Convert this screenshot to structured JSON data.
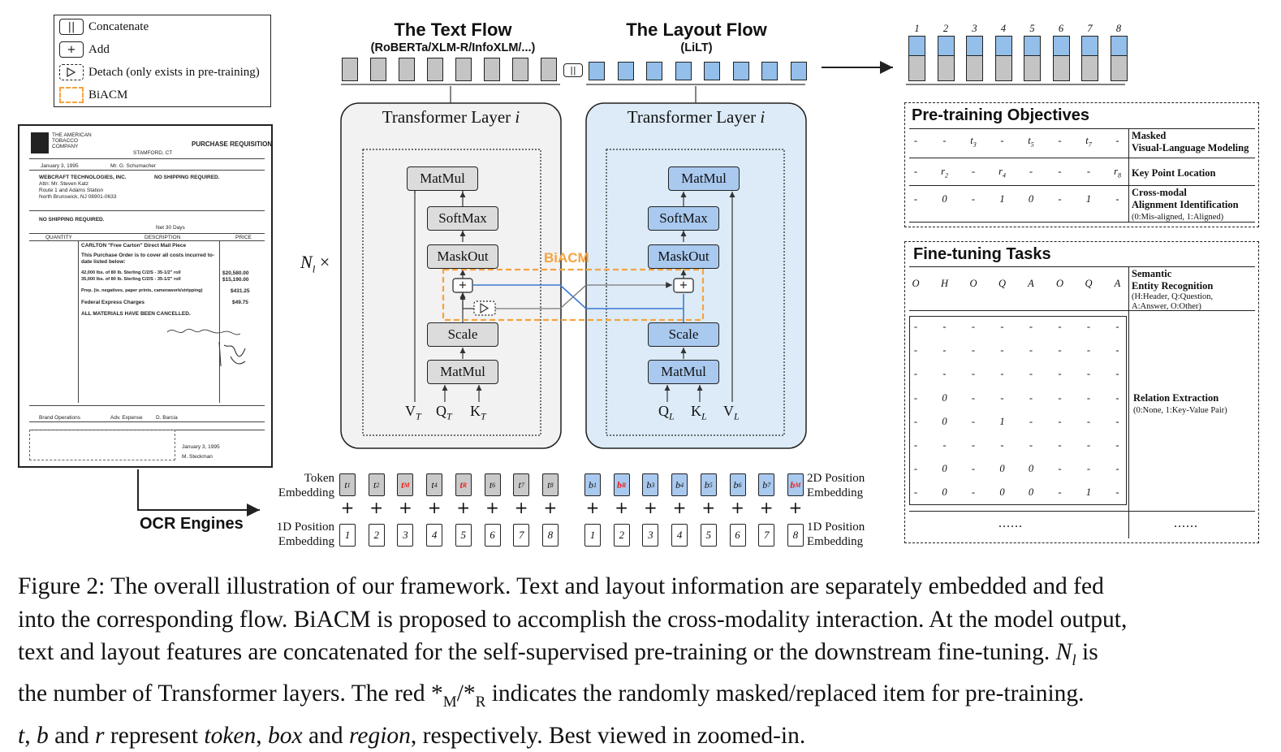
{
  "legend": {
    "concatenate": "Concatenate",
    "add": "Add",
    "detach": "Detach (only exists in pre-training)",
    "biacm": "BiACM",
    "concat_symbol": "||",
    "add_symbol": "+"
  },
  "ocr_label": "OCR Engines",
  "doc": {
    "company": "THE AMERICAN TOBACCO COMPANY",
    "title": "PURCHASE REQUISITION",
    "city": "STAMFORD, CT",
    "date": "January 3, 1995",
    "requester": "Mr. G. Schumacher",
    "vendor": "WEBCRAFT TECHNOLOGIES, INC.",
    "attn": "Attn: Mr. Steven Katz",
    "route": "Route 1 and Adams Station",
    "city2": "North Brunswick, NJ 08901-0633",
    "ship": "NO SHIPPING REQUIRED.",
    "ship2": "NO SHIPPING REQUIRED.",
    "terms": "Net 30 Days",
    "col1": "QUANTITY",
    "col2": "DESCRIPTION",
    "col3": "PRICE",
    "item1": "CARLTON \"Free Carton\" Direct Mail Piece",
    "item2": "This Purchase Order is to cover all costs incurred to-date listed below:",
    "item3": "42,000 lbs. of 80 lb. Sterling C/2/S - 35-1/2\" roll",
    "item4": "35,000 lbs. of 80 lb. Sterling C/2/S - 35-1/2\" roll",
    "price3": "$20,580.00",
    "price4": "$15,190.00",
    "item5": "Prep. (ie. negatives, paper prints, camerawork/stripping)",
    "price5": "$431.25",
    "item6": "Federal Express Charges",
    "price6": "$49.75",
    "item7": "ALL MATERIALS HAVE BEEN CANCELLED.",
    "dept": "Brand Operations",
    "expense": "Adv. Expense",
    "approver": "D. Barcia",
    "date2": "January 3, 1995",
    "sig": "M. Steckman"
  },
  "text_flow": {
    "title": "The Text Flow",
    "subtitle": "(RoBERTa/XLM-R/InfoXLM/...)"
  },
  "layout_flow": {
    "title": "The Layout Flow",
    "subtitle": "(LiLT)"
  },
  "concat_symbol": "||",
  "transformer_label": "Transformer Layer",
  "transformer_index": "i",
  "nl_label": "N",
  "nl_sub": "l",
  "nl_times": "×",
  "biacm_label": "BiACM",
  "ops": {
    "matmul": "MatMul",
    "softmax": "SoftMax",
    "maskout": "MaskOut",
    "scale": "Scale",
    "matmul2": "MatMul"
  },
  "text_inputs": [
    {
      "base": "V",
      "sub": "T"
    },
    {
      "base": "Q",
      "sub": "T"
    },
    {
      "base": "K",
      "sub": "T"
    }
  ],
  "layout_inputs": [
    {
      "base": "Q",
      "sub": "L"
    },
    {
      "base": "K",
      "sub": "L"
    },
    {
      "base": "V",
      "sub": "L"
    }
  ],
  "embeddings": {
    "token_label_1": "Token",
    "token_label_2": "Embedding",
    "pos2d_label_1": "2D Position",
    "pos2d_label_2": "Embedding",
    "pos1d_label_1": "1D Position",
    "pos1d_label_2": "Embedding",
    "tokens": [
      {
        "b": "t",
        "s": "1",
        "red": false
      },
      {
        "b": "t",
        "s": "2",
        "red": false
      },
      {
        "b": "t",
        "s": "M",
        "red": true
      },
      {
        "b": "t",
        "s": "4",
        "red": false
      },
      {
        "b": "t",
        "s": "R",
        "red": true
      },
      {
        "b": "t",
        "s": "6",
        "red": false
      },
      {
        "b": "t",
        "s": "7",
        "red": false
      },
      {
        "b": "t",
        "s": "8",
        "red": false
      }
    ],
    "boxes": [
      {
        "b": "b",
        "s": "1",
        "red": false
      },
      {
        "b": "b",
        "s": "R",
        "red": true
      },
      {
        "b": "b",
        "s": "3",
        "red": false
      },
      {
        "b": "b",
        "s": "4",
        "red": false
      },
      {
        "b": "b",
        "s": "5",
        "red": false
      },
      {
        "b": "b",
        "s": "6",
        "red": false
      },
      {
        "b": "b",
        "s": "7",
        "red": false
      },
      {
        "b": "b",
        "s": "M",
        "red": true
      }
    ],
    "positions": [
      "1",
      "2",
      "3",
      "4",
      "5",
      "6",
      "7",
      "8"
    ],
    "plus": "+"
  },
  "output_indices": [
    "1",
    "2",
    "3",
    "4",
    "5",
    "6",
    "7",
    "8"
  ],
  "pretraining": {
    "title": "Pre-training Objectives",
    "rows": [
      {
        "cells": [
          "-",
          "-",
          "t3",
          "-",
          "t5",
          "-",
          "t7",
          "-"
        ],
        "label": "Masked",
        "label2": "Visual-Language Modeling",
        "sub": ""
      },
      {
        "cells": [
          "-",
          "r2",
          "-",
          "r4",
          "-",
          "-",
          "-",
          "r8"
        ],
        "label": "Key Point Location",
        "label2": "",
        "sub": ""
      },
      {
        "cells": [
          "-",
          "0",
          "-",
          "1",
          "0",
          "-",
          "1",
          "-"
        ],
        "label": "Cross-modal",
        "label2": "Alignment Identification",
        "sub": "(0:Mis-aligned, 1:Aligned)"
      }
    ]
  },
  "finetuning": {
    "title": "Fine-tuning Tasks",
    "ser_cells": [
      "O",
      "H",
      "O",
      "Q",
      "A",
      "O",
      "Q",
      "A"
    ],
    "ser_label": "Semantic",
    "ser_label2": "Entity Recognition",
    "ser_sub1": "(H:Header, Q:Question,",
    "ser_sub2": "A:Answer, O:Other)",
    "re_label": "Relation Extraction",
    "re_sub": "(0:None, 1:Key-Value Pair)",
    "re_matrix": [
      [
        "-",
        "-",
        "-",
        "-",
        "-",
        "-",
        "-",
        "-"
      ],
      [
        "-",
        "-",
        "-",
        "-",
        "-",
        "-",
        "-",
        "-"
      ],
      [
        "-",
        "-",
        "-",
        "-",
        "-",
        "-",
        "-",
        "-"
      ],
      [
        "-",
        "0",
        "-",
        "-",
        "-",
        "-",
        "-",
        "-"
      ],
      [
        "-",
        "0",
        "-",
        "1",
        "-",
        "-",
        "-",
        "-"
      ],
      [
        "-",
        "-",
        "-",
        "-",
        "-",
        "-",
        "-",
        "-"
      ],
      [
        "-",
        "0",
        "-",
        "0",
        "0",
        "-",
        "-",
        "-"
      ],
      [
        "-",
        "0",
        "-",
        "0",
        "0",
        "-",
        "1",
        "-"
      ]
    ],
    "ellipsis_left": "......",
    "ellipsis_right": "......"
  },
  "caption": {
    "line1": "Figure 2: The overall illustration of our framework. Text and layout information are separately embedded and fed",
    "line2": "into the corresponding flow. BiACM is proposed to accomplish the cross-modality interaction. At the model output,",
    "line3a": "text and layout features are concatenated for the self-supervised pre-training or the downstream fine-tuning.",
    "line3_nl": "N",
    "line3_nl_sub": "l",
    "line3b": "is",
    "line4a": "the number of Transformer layers. The red *",
    "line4_m": "M",
    "line4_slash": "/*",
    "line4_r": "R",
    "line4b": "indicates the randomly masked/replaced item for pre-training.",
    "line5_t": "t",
    "line5_comma1": ", ",
    "line5_b": "b",
    "line5_and": " and ",
    "line5_r": "r",
    "line5_rep": " represent ",
    "line5_token": "token",
    "line5_comma2": ", ",
    "line5_box": "box",
    "line5_and2": " and ",
    "line5_region": "region",
    "line5_end": ", respectively. Best viewed in zoomed-in."
  },
  "colors": {
    "gray_fill": "#c9c9c9",
    "blue_fill": "#a9c9ef",
    "layout_panel_bg": "#dcebf7",
    "text_panel_bg": "#f2f2f2",
    "biacm_orange": "#f5a341",
    "cross_blue": "#3b7bd6",
    "red": "#e8231c"
  }
}
